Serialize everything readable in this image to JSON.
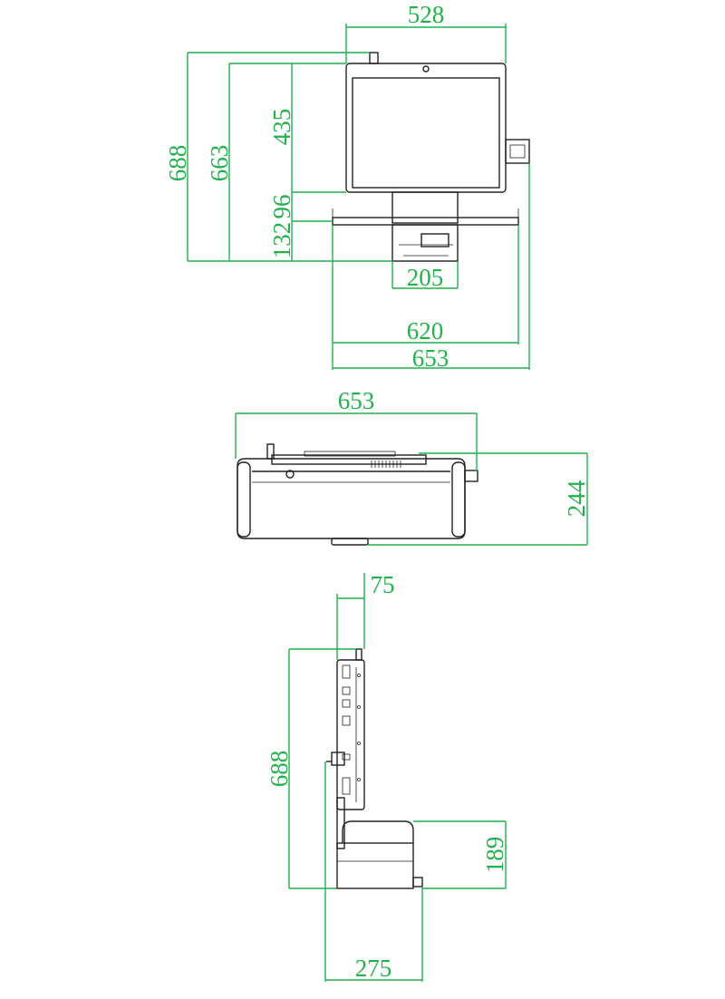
{
  "colors": {
    "dimension": "#22b14c",
    "outline": "#222222",
    "background": "#ffffff"
  },
  "front_view": {
    "width_top": "528",
    "overall_height": "688",
    "height_663": "663",
    "screen_height": "435",
    "base_offset": "96",
    "base_height": "132",
    "stand_width": "205",
    "base_width": "620",
    "overall_width": "653"
  },
  "top_view": {
    "width": "653",
    "depth": "244"
  },
  "side_view": {
    "thickness": "75",
    "height": "688",
    "base_height": "189",
    "base_depth": "275"
  }
}
